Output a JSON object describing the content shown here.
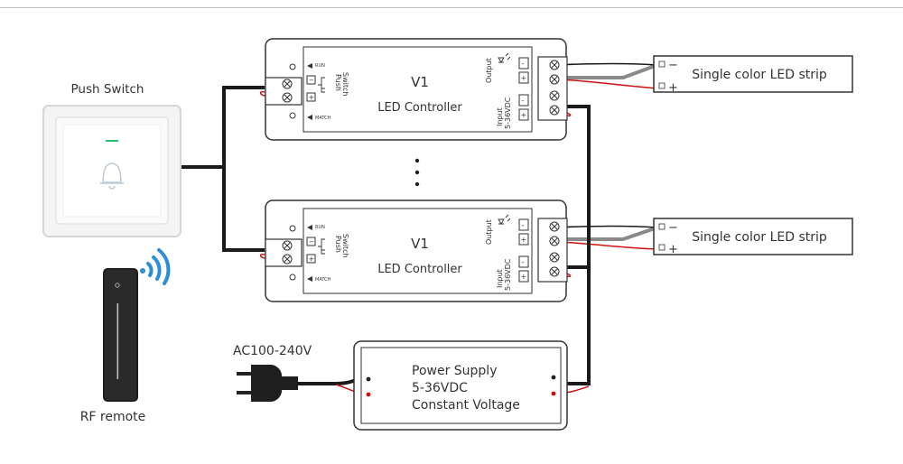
{
  "push_switch": {
    "label": "Push Switch"
  },
  "rf_remote": {
    "label": "RF remote"
  },
  "controllers": [
    {
      "model": "V1",
      "name": "LED Controller",
      "run": "RUN",
      "match": "MATCH",
      "push_switch_line1": "Push",
      "push_switch_line2": "Switch",
      "output": "Output",
      "input_line1": "Input",
      "input_line2": "5-36VDC",
      "minus": "-",
      "plus": "+"
    },
    {
      "model": "V1",
      "name": "LED Controller",
      "run": "RUN",
      "match": "MATCH",
      "push_switch_line1": "Push",
      "push_switch_line2": "Switch",
      "output": "Output",
      "input_line1": "Input",
      "input_line2": "5-36VDC",
      "minus": "-",
      "plus": "+"
    }
  ],
  "led_strips": [
    {
      "label": "Single color LED strip",
      "minus": "−",
      "plus": "+"
    },
    {
      "label": "Single color LED strip",
      "minus": "−",
      "plus": "+"
    }
  ],
  "ellipsis": "⋮",
  "ac_input": {
    "label": "AC100-240V"
  },
  "power_supply": {
    "line1": "Power Supply",
    "line2": "5-36VDC",
    "line3": "Constant Voltage"
  },
  "colors": {
    "wire_black": "#1a1a1a",
    "wire_red": "#d01010",
    "wire_gray": "#8a8a8a",
    "box_border": "#333333",
    "wifi_blue": "#2b8fd6"
  }
}
